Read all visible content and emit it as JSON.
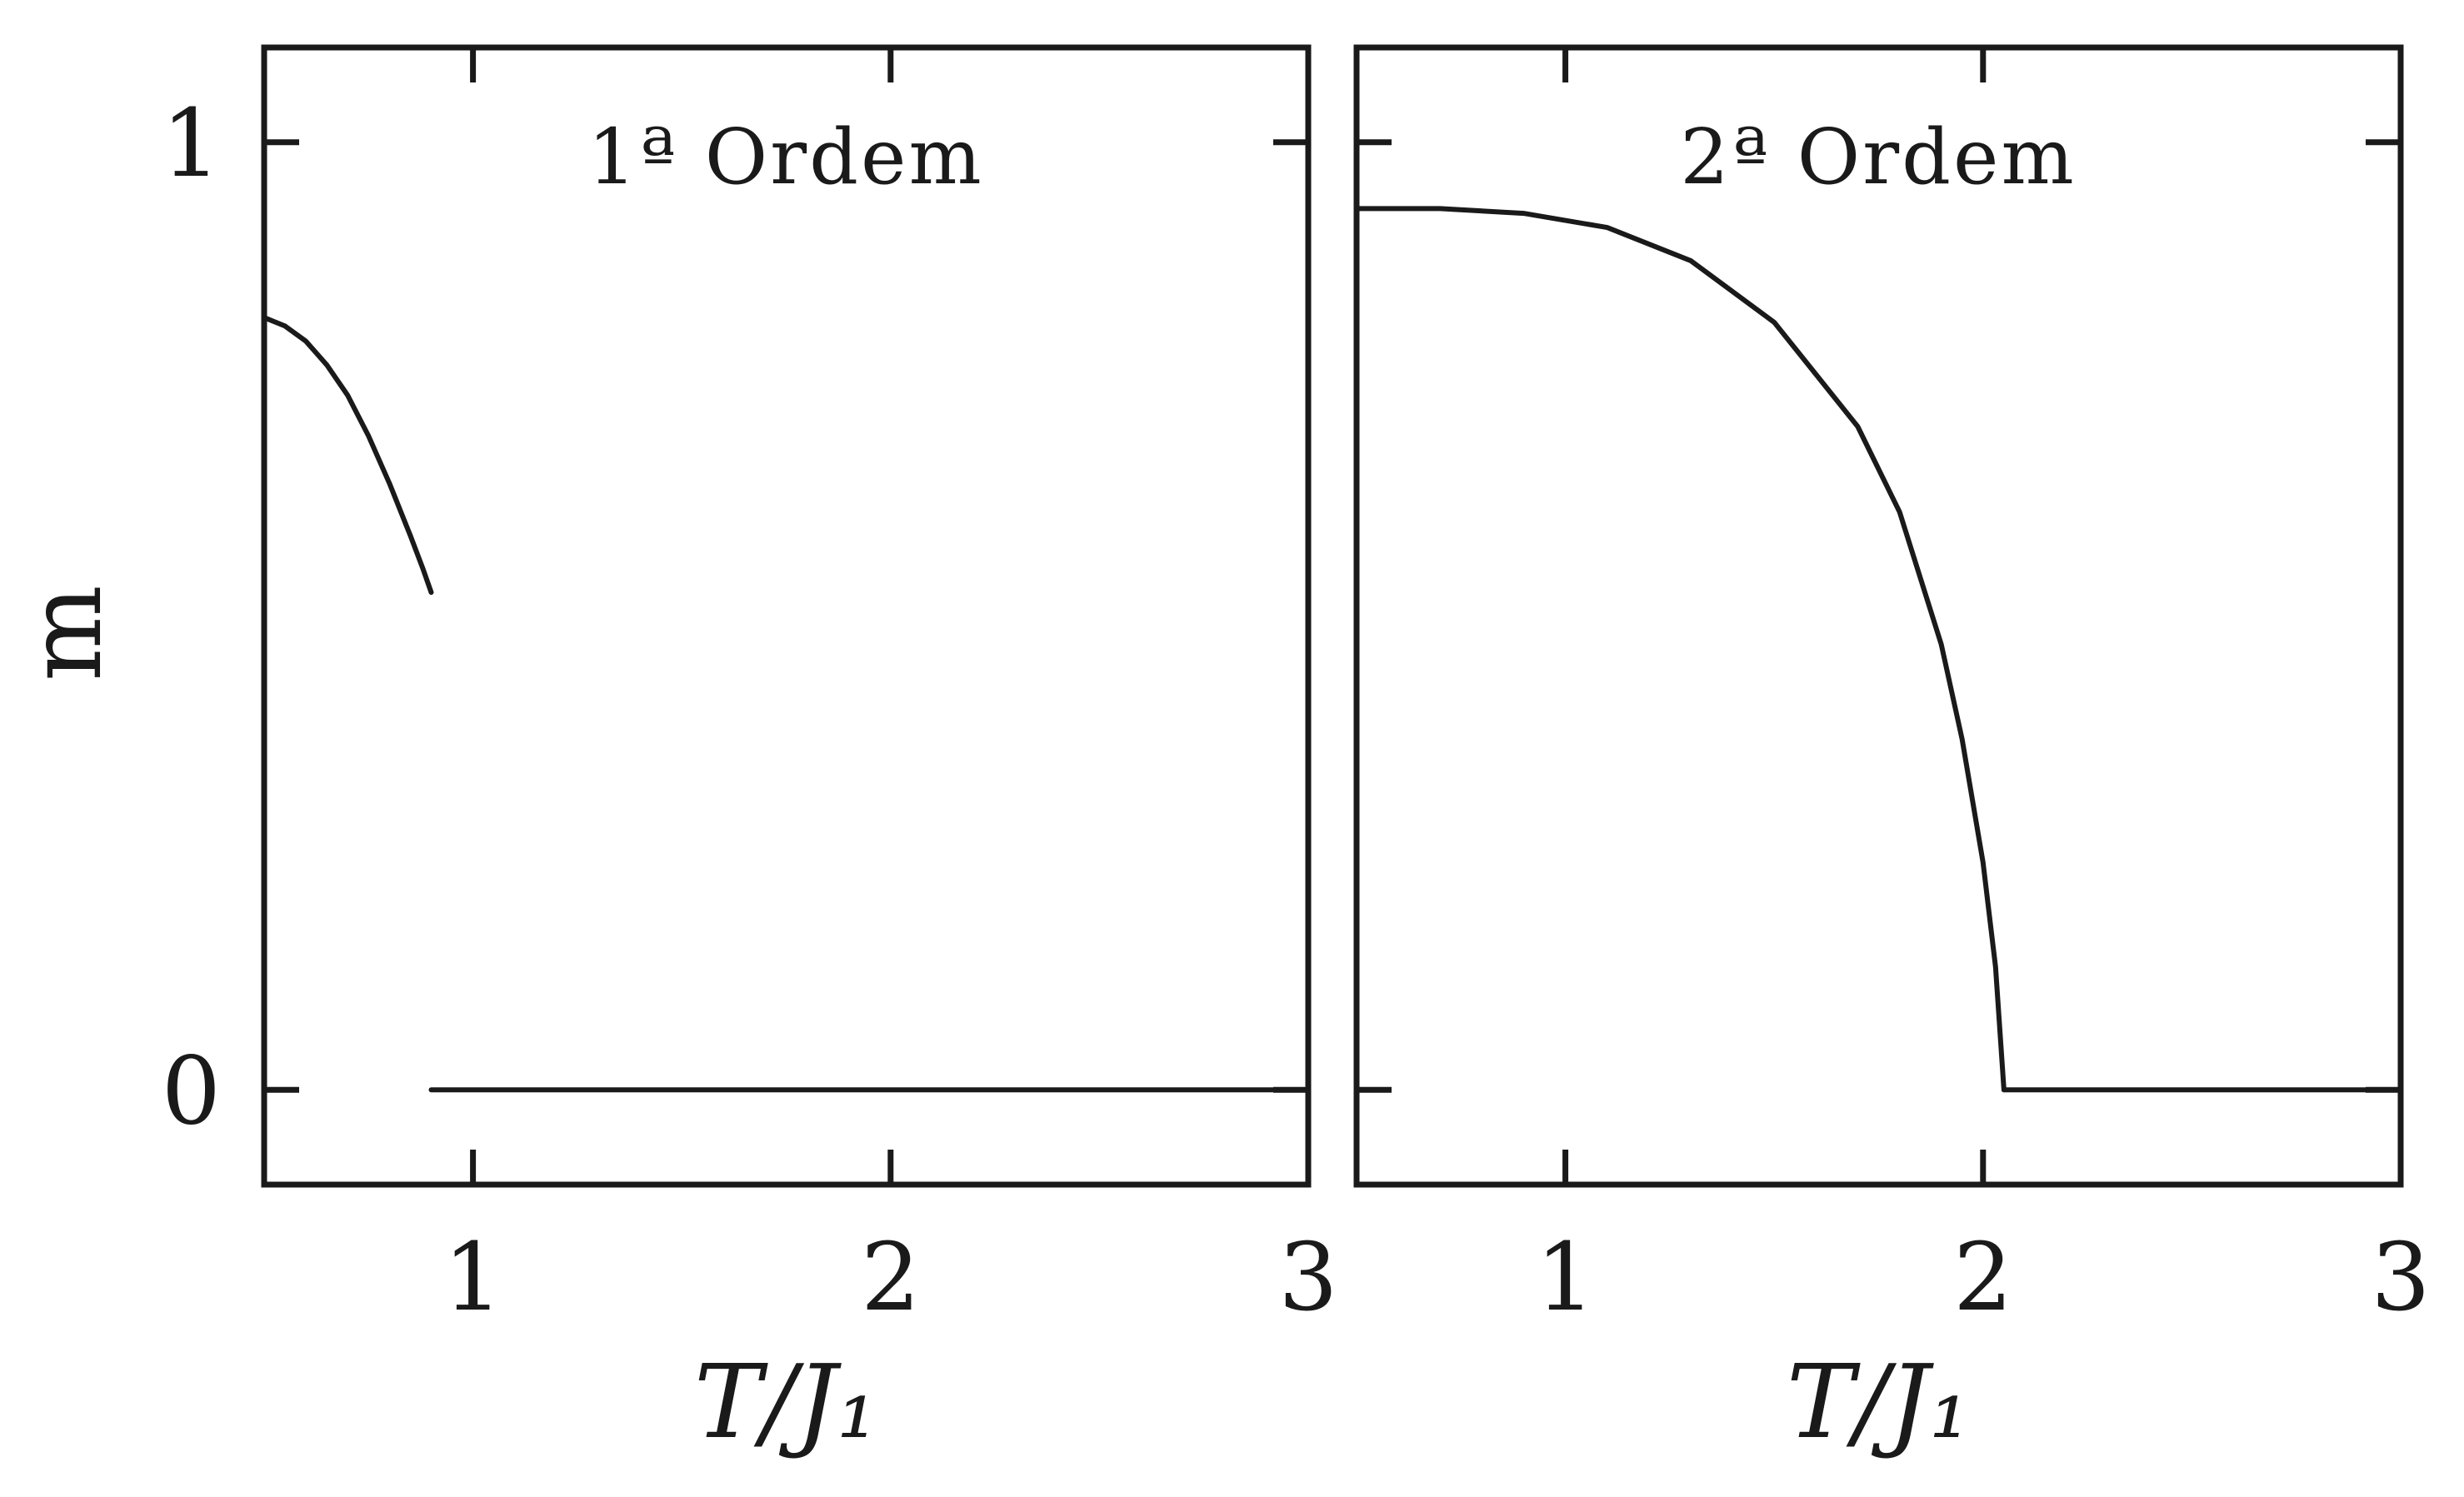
{
  "chart_data": [
    {
      "type": "line",
      "title": "1ª Ordem",
      "xlabel": "T/J₁",
      "ylabel": "m",
      "xlim": [
        0.5,
        3.0
      ],
      "ylim": [
        -0.1,
        1.1
      ],
      "xticks": [
        1,
        2,
        3
      ],
      "xtick_labels": [
        "1",
        "2",
        "3"
      ],
      "yticks": [
        0,
        1
      ],
      "ytick_labels": [
        "0",
        "1"
      ],
      "grid": false,
      "series": [
        {
          "x": [
            0.5,
            0.55,
            0.6,
            0.65,
            0.7,
            0.75,
            0.8,
            0.85,
            0.88,
            0.9
          ],
          "y": [
            0.815,
            0.806,
            0.79,
            0.765,
            0.733,
            0.69,
            0.64,
            0.585,
            0.55,
            0.525
          ]
        },
        {
          "x": [
            0.9,
            3.0
          ],
          "y": [
            0.0,
            0.0
          ]
        }
      ]
    },
    {
      "type": "line",
      "title": "2ª Ordem",
      "xlabel": "T/J₁",
      "ylabel": "",
      "xlim": [
        0.5,
        3.0
      ],
      "ylim": [
        -0.1,
        1.1
      ],
      "xticks": [
        1,
        2,
        3
      ],
      "xtick_labels": [
        "1",
        "2",
        "3"
      ],
      "yticks": [
        0,
        1
      ],
      "ytick_labels": [
        "",
        ""
      ],
      "grid": false,
      "series": [
        {
          "x": [
            0.5,
            0.7,
            0.9,
            1.1,
            1.3,
            1.5,
            1.7,
            1.8,
            1.9,
            1.95,
            2.0,
            2.03,
            2.05
          ],
          "y": [
            0.93,
            0.93,
            0.925,
            0.91,
            0.875,
            0.81,
            0.7,
            0.61,
            0.47,
            0.37,
            0.24,
            0.13,
            0.0
          ]
        },
        {
          "x": [
            2.05,
            3.0
          ],
          "y": [
            0.0,
            0.0
          ]
        }
      ]
    }
  ],
  "colors": {
    "line": "#1a1a1a",
    "frame": "#1a1a1a",
    "background": "#ffffff"
  }
}
